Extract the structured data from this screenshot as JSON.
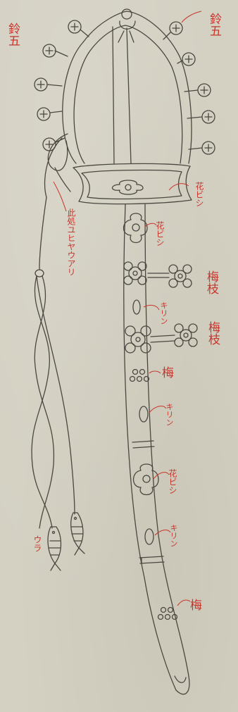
{
  "annotations": {
    "bells_left": "鈴五",
    "bells_right": "鈴五",
    "hanabishi_guard": "花ビシ",
    "hanabishi_1": "花ビシ",
    "ume_branch_1": "梅枝",
    "kirin_1": "キリン",
    "ume_branch_2": "梅枝",
    "ume_1": "梅",
    "kirin_2": "キリン",
    "hanabishi_2": "花ビシ",
    "kirin_3": "キリン",
    "ume_2": "梅",
    "cord_note": "此処ユヒヤウアリ",
    "fish": "ウラ"
  },
  "colors": {
    "paper": "#d4d1c3",
    "ink": "#4a4740",
    "annotation_red": "#c8362c"
  }
}
